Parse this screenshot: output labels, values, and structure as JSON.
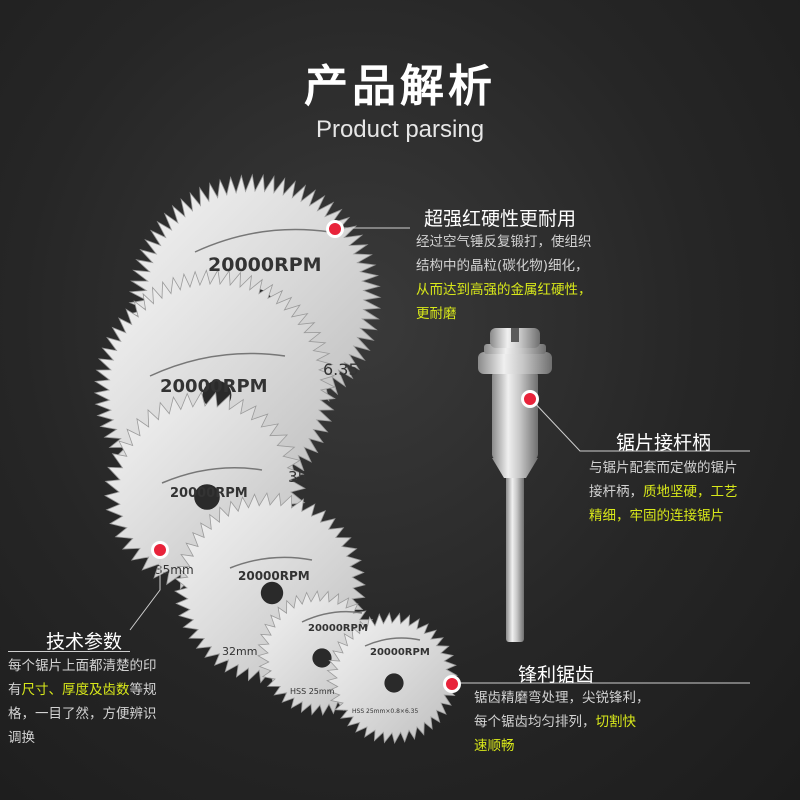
{
  "header": {
    "title": "产品解析",
    "subtitle": "Product parsing"
  },
  "blade_labels": {
    "rpm": "20000RPM",
    "d635": "6.35",
    "d35": "35",
    "d35mm": "35mm",
    "d32mm": "32mm",
    "hss": "HSS 25mm",
    "hss_full": "HSS 25mm×0.8×6.35"
  },
  "features": {
    "hardness": {
      "heading": "超强红硬性更耐用",
      "line1": "经过空气锤反复锻打，使组织",
      "line2": "结构中的晶粒(碳化物)细化，",
      "line3_hl": "从而达到高强的金属红硬性，",
      "line4_hl": "更耐磨"
    },
    "mandrel": {
      "heading": "锯片接杆柄",
      "line1": "与锯片配套而定做的锯片",
      "line2_a": "接杆柄，",
      "line2_hl": "质地坚硬，工艺",
      "line3_hl": "精细，牢固的连接锯片"
    },
    "specs": {
      "heading": "技术参数",
      "line1": "每个锯片上面都清楚的印",
      "line2_a": "有",
      "line2_hl": "尺寸、厚度及齿数",
      "line2_b": "等规",
      "line3": "格，一目了然，方便辨识",
      "line4": "调换"
    },
    "teeth": {
      "heading": "锋利锯齿",
      "line1": "锯齿精磨弯处理，尖锐锋利，",
      "line2_a": "每个锯齿均匀排列，",
      "line2_hl": "切割快",
      "line3_hl": "速顺畅"
    }
  },
  "colors": {
    "accent_dot": "#e8233a",
    "highlight_text": "#d8e81a",
    "blade_metal": "#e4e4e4"
  }
}
